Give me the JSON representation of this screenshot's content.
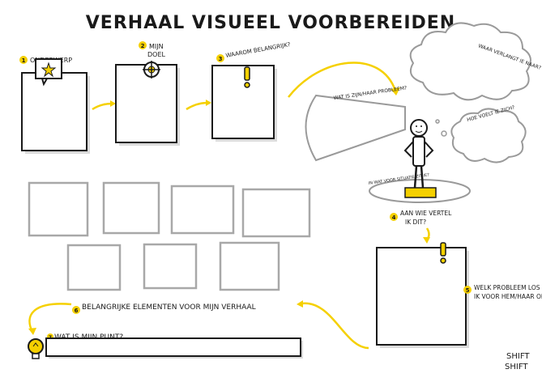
{
  "title": "VERHAAL VISUEEL VOORBEREIDEN",
  "steps": {
    "s1": {
      "num": "1",
      "label": "ONDERWERP"
    },
    "s2": {
      "num": "2",
      "label_line1": "MIJN",
      "label_line2": "DOEL"
    },
    "s3": {
      "num": "3",
      "label": "WAAROM BELANGRIJK?"
    },
    "s4": {
      "num": "4",
      "label_line1": "AAN WIE VERTEL",
      "label_line2": "IK DIT?"
    },
    "s5": {
      "num": "5",
      "label_line1": "WELK PROBLEEM LOS",
      "label_line2": "IK VOOR HEM/HAAR OP?"
    },
    "s6": {
      "num": "6",
      "label": "BELANGRIJKE ELEMENTEN VOOR MIJN VERHAAL"
    },
    "s7": {
      "num": "7",
      "label": "WAT IS MIJN PUNT?"
    }
  },
  "persona": {
    "problem_label": "WAT IS ZIJN/HAAR PROBLEEM?",
    "wants_label": "WAAR VERLANGT IE NAAR?",
    "feels_label": "HOE VOELT IE ZICH?",
    "situation_label": "IN WAT VOOR SITUATIE ZIT IE?"
  },
  "brand": {
    "line1": "SHIFT",
    "line2": "SHIFT"
  },
  "colors": {
    "accent": "#F5D000",
    "ink": "#1a1a1a",
    "grey": "#9a9a9a"
  }
}
